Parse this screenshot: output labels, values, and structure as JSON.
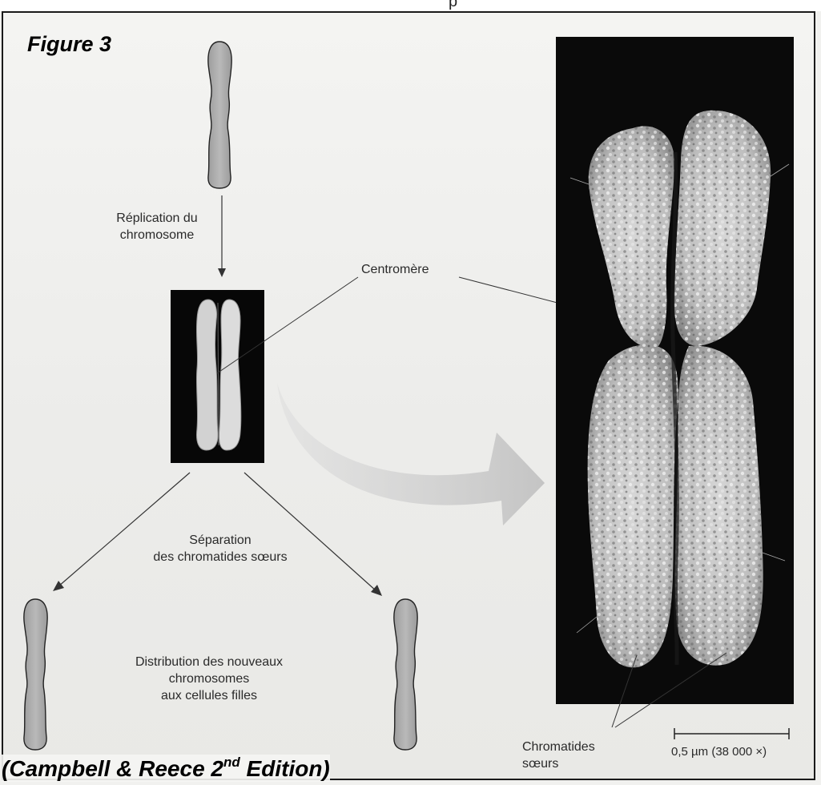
{
  "header_fragment": "p",
  "figure_title": "Figure 3",
  "labels": {
    "replication": [
      "Réplication du",
      "chromosome"
    ],
    "centromere": "Centromère",
    "separation": [
      "Séparation",
      "des chromatides sœurs"
    ],
    "distribution": [
      "Distribution des nouveaux",
      "chromosomes",
      "aux cellules filles"
    ],
    "sister_chromatids": [
      "Chromatides",
      "sœurs"
    ],
    "scale_bar": "0,5 µm (38 000 ×)"
  },
  "credit": {
    "prefix": "(Campbell & Reece 2",
    "superscript": "nd",
    "suffix": " Edition)"
  }
}
